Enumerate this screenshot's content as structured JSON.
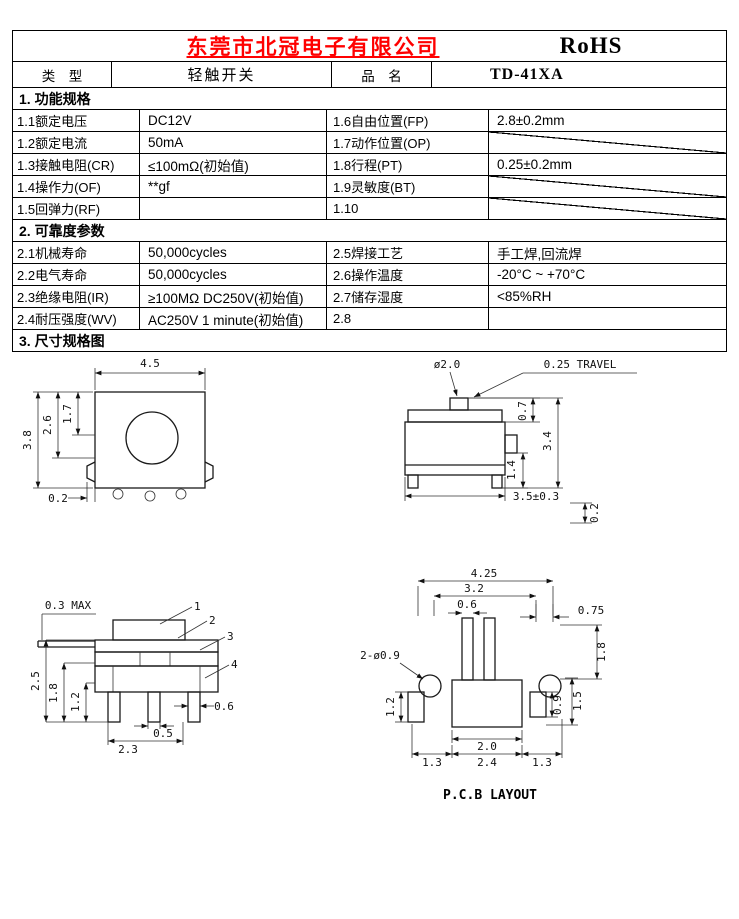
{
  "header": {
    "company": "东莞市北冠电子有限公司",
    "rohs": "RoHS"
  },
  "title_row": {
    "type_label": "类　型",
    "type_value": "轻触开关",
    "name_label": "品　名",
    "name_value": "TD-41XA"
  },
  "spec1": {
    "title": "1.  功能规格",
    "rows": [
      {
        "c1": "1.1额定电压",
        "c2": "DC12V",
        "c3": "1.6自由位置(FP)",
        "c4": "2.8±0.2mm"
      },
      {
        "c1": "1.2额定电流",
        "c2": "50mA",
        "c3": "1.7动作位置(OP)",
        "c4": ""
      },
      {
        "c1": "1.3接触电阻(CR)",
        "c2": "≤100mΩ(初始值)",
        "c3": "1.8行程(PT)",
        "c4": "0.25±0.2mm"
      },
      {
        "c1": "1.4操作力(OF)",
        "c2": "**gf",
        "c3": "1.9灵敏度(BT)",
        "c4": ""
      },
      {
        "c1": "1.5回弹力(RF)",
        "c2": "",
        "c3": "1.10",
        "c4": ""
      }
    ]
  },
  "spec2": {
    "title": "2.  可靠度参数",
    "rows": [
      {
        "c1": "2.1机械寿命",
        "c2": "50,000cycles",
        "c3": "2.5焊接工艺",
        "c4": "手工焊,回流焊"
      },
      {
        "c1": "2.2电气寿命",
        "c2": "50,000cycles",
        "c3": "2.6操作温度",
        "c4": "-20°C ~ +70°C"
      },
      {
        "c1": "2.3绝缘电阻(IR)",
        "c2": "≥100MΩ  DC250V(初始值)",
        "c3": "2.7储存湿度",
        "c4": "<85%RH"
      },
      {
        "c1": "2.4耐压强度(WV)",
        "c2": "AC250V 1 minute(初始值)",
        "c3": "2.8",
        "c4": ""
      }
    ]
  },
  "section3": {
    "title": "3.  尺寸规格图"
  },
  "drawings": {
    "top": {
      "w": "4.5",
      "h": "3.8",
      "h2": "2.6",
      "h3": "1.7",
      "off": "0.2"
    },
    "side": {
      "dia": "ø2.0",
      "travel": "0.25 TRAVEL",
      "d1": "0.7",
      "d2": "3.4",
      "d3": "1.4",
      "d4": "3.5±0.3",
      "d5": "0.2"
    },
    "front": {
      "max": "0.3 MAX",
      "c1": "1",
      "c2": "2",
      "c3": "3",
      "c4": "4",
      "d1": "2.5",
      "d2": "1.8",
      "d3": "1.2",
      "d4": "0.6",
      "d5": "0.5",
      "d6": "2.3"
    },
    "pcb": {
      "title": "P.C.B LAYOUT",
      "t1": "4.25",
      "t2": "3.2",
      "t3": "0.6",
      "r1": "0.75",
      "r2": "1.8",
      "holes": "2-ø0.9",
      "l1": "1.2",
      "r3": "0.9",
      "r4": "1.5",
      "b1": "2.0",
      "b2": "1.3",
      "b3": "2.4",
      "b4": "1.3"
    }
  }
}
